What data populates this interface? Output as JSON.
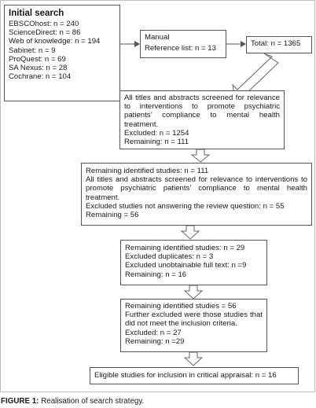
{
  "initial_search": {
    "title": "Initial search",
    "sources": [
      "EBSCOhost: n = 240",
      "ScienceDirect: n = 86",
      "Web of knowledge: n = 194",
      "Sabinet: n = 9",
      "ProQuest: n = 69",
      "SA Nexus: n = 28",
      "Cochrane: n = 104"
    ]
  },
  "manual": {
    "title": "Manual",
    "reference_list": "Reference list: n = 13"
  },
  "total": "Total: n = 1365",
  "screen_1": {
    "text": "All titles and abstracts screened for relevance to interventions to promote psychiatric patients’ compliance to mental health treatment.",
    "excluded": "Excluded: n = 1254",
    "remaining": "Remaining: n = 111"
  },
  "screen_2": {
    "identified": "Remaining identified studies: n = 111",
    "text": "All titles and abstracts screened for relevance to interventions to promote psychiatric patients’ compliance to mental health treatment.",
    "excluded": "Excluded studies not answering the review question: n = 55",
    "remaining": "Remaining = 56"
  },
  "screen_3": {
    "identified": "Remaining identified studies: n = 29",
    "duplicates": "Excluded duplicates: n = 3",
    "unobtainable": "Excluded unobtainable full text: n =9",
    "remaining": "Remaining: n = 16"
  },
  "screen_4": {
    "identified": "Remaining identified studies = 56",
    "text": "Further excluded were those studies that did not meet the inclusion criteria.",
    "excluded": "Excluded: n = 27",
    "remaining": "Remaining: n =29"
  },
  "eligible": "Eligible studies for inclusion in critical appraisal: n = 16",
  "caption": {
    "label": "FIGURE 1:",
    "text": "Realisation of search strategy."
  }
}
